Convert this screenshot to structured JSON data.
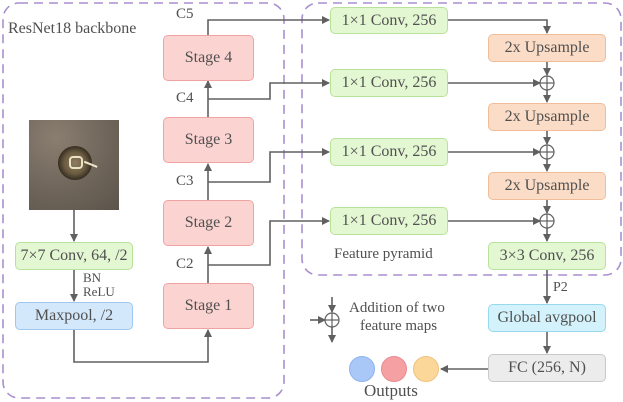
{
  "backbone": {
    "title": "ResNet18 backbone",
    "input_image": "defect-sample-image",
    "conv7": "7×7 Conv, 64, /2",
    "bn_relu": [
      "BN",
      "ReLU"
    ],
    "maxpool": "Maxpool, /2",
    "stages": [
      "Stage 1",
      "Stage 2",
      "Stage 3",
      "Stage 4"
    ],
    "features": [
      "C2",
      "C3",
      "C4",
      "C5"
    ]
  },
  "pyramid": {
    "title": "Feature pyramid",
    "lateral": [
      "1×1 Conv, 256",
      "1×1 Conv, 256",
      "1×1 Conv, 256",
      "1×1 Conv, 256"
    ],
    "upsample": [
      "2x Upsample",
      "2x Upsample",
      "2x Upsample"
    ],
    "final_conv": "3×3 Conv, 256"
  },
  "head": {
    "p2_label": "P2",
    "gap": "Global avgpool",
    "fc": "FC (256, N)",
    "outputs_label": "Outputs",
    "output_colors": [
      "#a9c8f7",
      "#f5a0a3",
      "#fbd89a"
    ]
  },
  "legend": {
    "addition_text": [
      "Addition of two",
      "feature maps"
    ]
  },
  "colors": {
    "group_border": "#a98fcf",
    "arrow": "#606060"
  }
}
